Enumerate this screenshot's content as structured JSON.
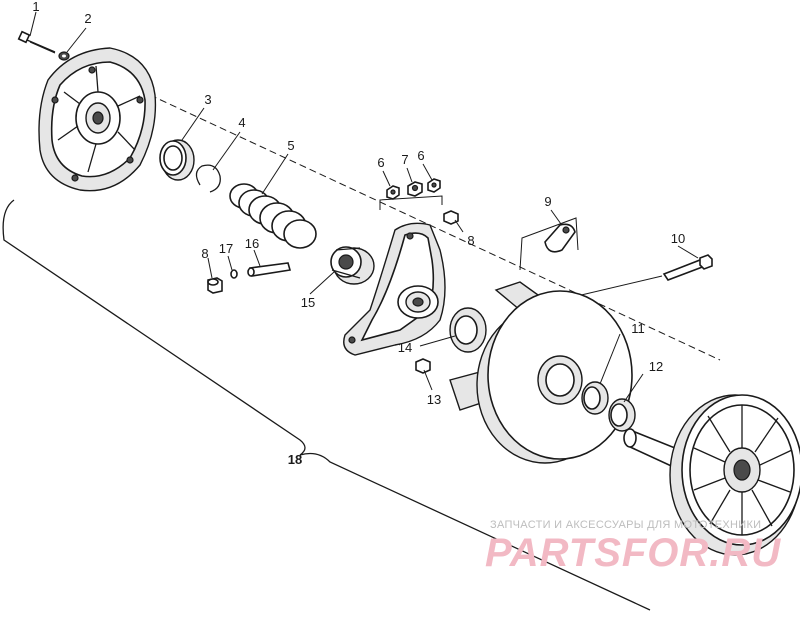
{
  "callouts": [
    {
      "id": "c1",
      "text": "1"
    },
    {
      "id": "c2",
      "text": "2"
    },
    {
      "id": "c3",
      "text": "3"
    },
    {
      "id": "c4",
      "text": "4"
    },
    {
      "id": "c5",
      "text": "5"
    },
    {
      "id": "c6a",
      "text": "6"
    },
    {
      "id": "c7",
      "text": "7"
    },
    {
      "id": "c6b",
      "text": "6"
    },
    {
      "id": "c8a",
      "text": "8"
    },
    {
      "id": "c9",
      "text": "9"
    },
    {
      "id": "c10",
      "text": "10"
    },
    {
      "id": "c8b",
      "text": "8"
    },
    {
      "id": "c17",
      "text": "17"
    },
    {
      "id": "c16",
      "text": "16"
    },
    {
      "id": "c15",
      "text": "15"
    },
    {
      "id": "c11",
      "text": "11"
    },
    {
      "id": "c14",
      "text": "14"
    },
    {
      "id": "c12",
      "text": "12"
    },
    {
      "id": "c13",
      "text": "13"
    },
    {
      "id": "c18",
      "text": "18"
    }
  ],
  "watermark": {
    "tagline": "ЗАПЧАСТИ И АКСЕССУАРЫ ДЛЯ МОТОТЕХНИКИ",
    "brand": "PARTSFOR.RU"
  }
}
